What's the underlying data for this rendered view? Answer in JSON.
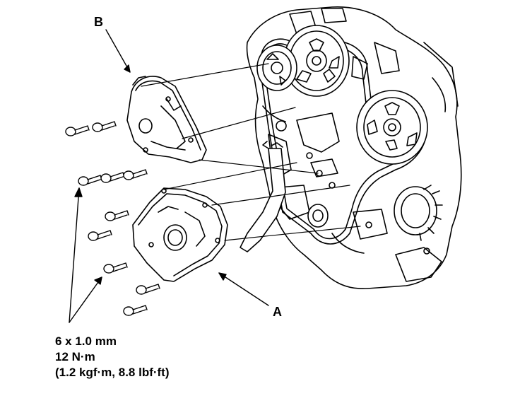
{
  "callouts": {
    "a": "A",
    "b": "B"
  },
  "spec": {
    "bolt_size": "6 x 1.0 mm",
    "torque_nm": "12 N·m",
    "torque_alt": "(1.2 kgf·m, 8.8 lbf·ft)"
  },
  "colors": {
    "ink": "#000000",
    "paper": "#ffffff"
  }
}
